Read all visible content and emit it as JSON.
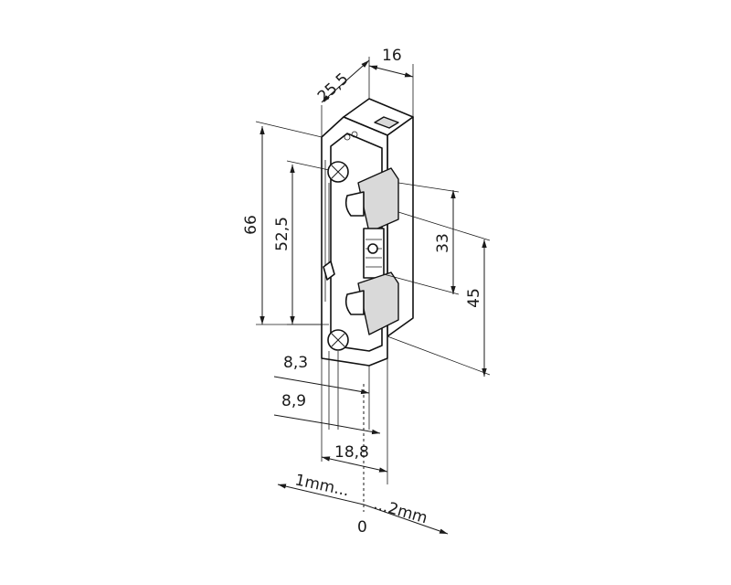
{
  "dimensions": {
    "depth": "25,5",
    "width_top": "16",
    "height_total": "66",
    "height_inner": "52,5",
    "dim_33": "33",
    "dim_45": "45",
    "dim_8_3": "8,3",
    "dim_8_9": "8,9",
    "dim_18_8": "18,8"
  },
  "adjustment": {
    "left": "1mm...",
    "right": "...2mm",
    "zero": "0"
  }
}
